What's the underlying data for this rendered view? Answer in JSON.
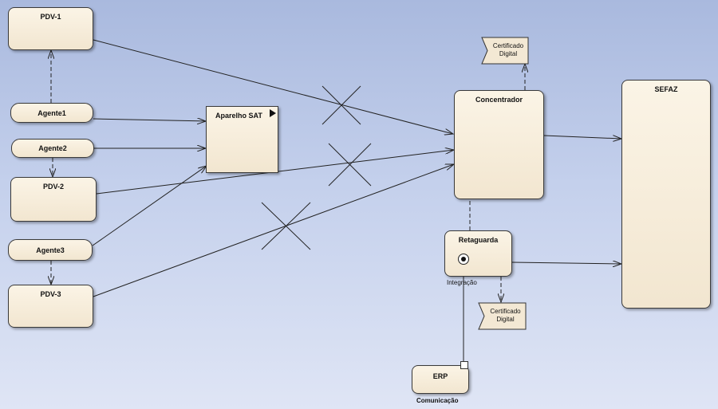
{
  "nodes": {
    "pdv1": "PDV-1",
    "pdv2": "PDV-2",
    "pdv3": "PDV-3",
    "agente1": "Agente1",
    "agente2": "Agente2",
    "agente3": "Agente3",
    "aparelho_sat": "Aparelho SAT",
    "concentrador": "Concentrador",
    "sefaz": "SEFAZ",
    "retaguarda": "Retaguarda",
    "erp": "ERP"
  },
  "certificados": {
    "top": {
      "line1": "Certificado",
      "line2": "Digital"
    },
    "bottom": {
      "line1": "Certificado",
      "line2": "Digital"
    }
  },
  "labels": {
    "integracao": "Integração",
    "comunicacao": "Comunicação"
  },
  "colors": {
    "node_fill": "#f6ecda",
    "line": "#222222",
    "background_top": "#a9b9de",
    "background_bottom": "#dfe5f5"
  }
}
